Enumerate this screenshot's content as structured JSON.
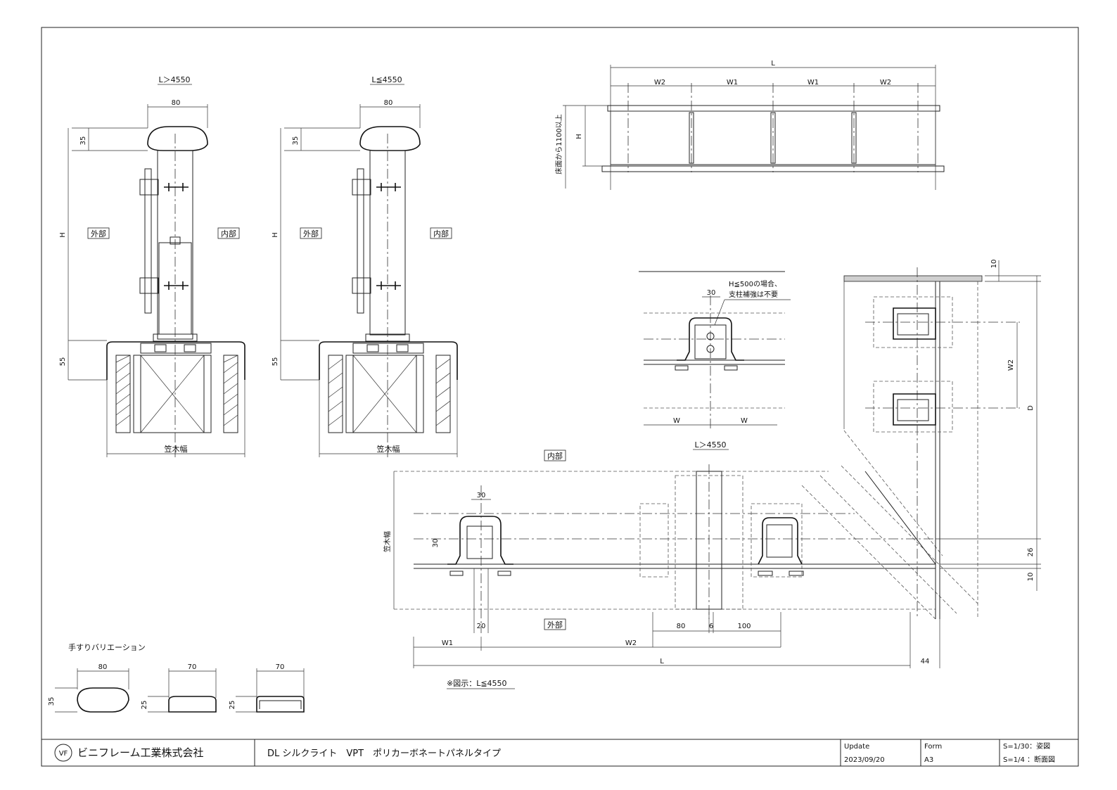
{
  "title_block": {
    "company": "ビニフレーム工業株式会社",
    "product": "DL シルクライト　VPT　ポリカーボネートパネルタイプ",
    "update_label": "Update",
    "update_date": "2023/09/20",
    "form_label": "Form",
    "form_value": "A3",
    "scale_1": "S=1/30：姿図",
    "scale_2": "S=1/4 ：断面図"
  },
  "section_left": {
    "heading": "L＞4550",
    "width_top": "80",
    "dim_35": "35",
    "dim_h": "H",
    "dim_55": "55",
    "outside": "外部",
    "inside": "内部",
    "bottom": "笠木幅"
  },
  "section_mid": {
    "heading": "L≦4550",
    "width_top": "80",
    "dim_35": "35",
    "dim_h": "H",
    "dim_55": "55",
    "outside": "外部",
    "inside": "内部",
    "bottom": "笠木幅"
  },
  "elevation": {
    "dim_l": "L",
    "dim_w2_left": "W2",
    "dim_w1_a": "W1",
    "dim_w1_b": "W1",
    "dim_w2_right": "W2",
    "dim_h": "H",
    "floor_note": "床面から1100以上"
  },
  "detail": {
    "note_line1": "H≦500の場合、",
    "note_line2": "支柱補強は不要",
    "dim_30": "30",
    "dim_w_left": "W",
    "dim_w_right": "W",
    "heading": "L＞4550"
  },
  "plan": {
    "inside": "内部",
    "outside": "外部",
    "kasagi": "笠木幅",
    "dim_30": "30",
    "dim_30v": "30",
    "dim_20": "20",
    "dim_80": "80",
    "dim_6": "6",
    "dim_100": "100",
    "dim_w1": "W1",
    "dim_w2": "W2",
    "dim_l": "L",
    "dim_44": "44",
    "dim_10_top": "10",
    "dim_w2_right": "W2",
    "dim_d": "D",
    "dim_26": "26",
    "dim_10_bottom": "10",
    "note": "※図示：L≦4550"
  },
  "handrail": {
    "title": "手すりバリエーション",
    "v1_width": "80",
    "v1_height": "35",
    "v2_width": "70",
    "v2_height": "25",
    "v3_width": "70",
    "v3_height": "25"
  }
}
